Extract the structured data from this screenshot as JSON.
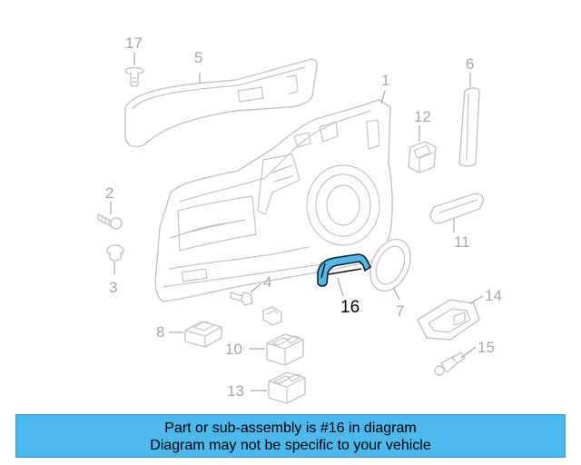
{
  "diagram": {
    "highlighted_part": "16",
    "callouts": [
      "17",
      "5",
      "1",
      "6",
      "12",
      "2",
      "11",
      "3",
      "4",
      "16",
      "14",
      "7",
      "8",
      "10",
      "15",
      "13"
    ]
  },
  "colors": {
    "highlight_fill": "#4db8ec",
    "banner_fill": "#4db8ec",
    "line_gray": "#c4c4c4",
    "label_gray": "#a8a8a8"
  },
  "banner": {
    "line1": "Part or sub-assembly is #16 in diagram",
    "line2": "Diagram may not be specific to your vehicle"
  }
}
